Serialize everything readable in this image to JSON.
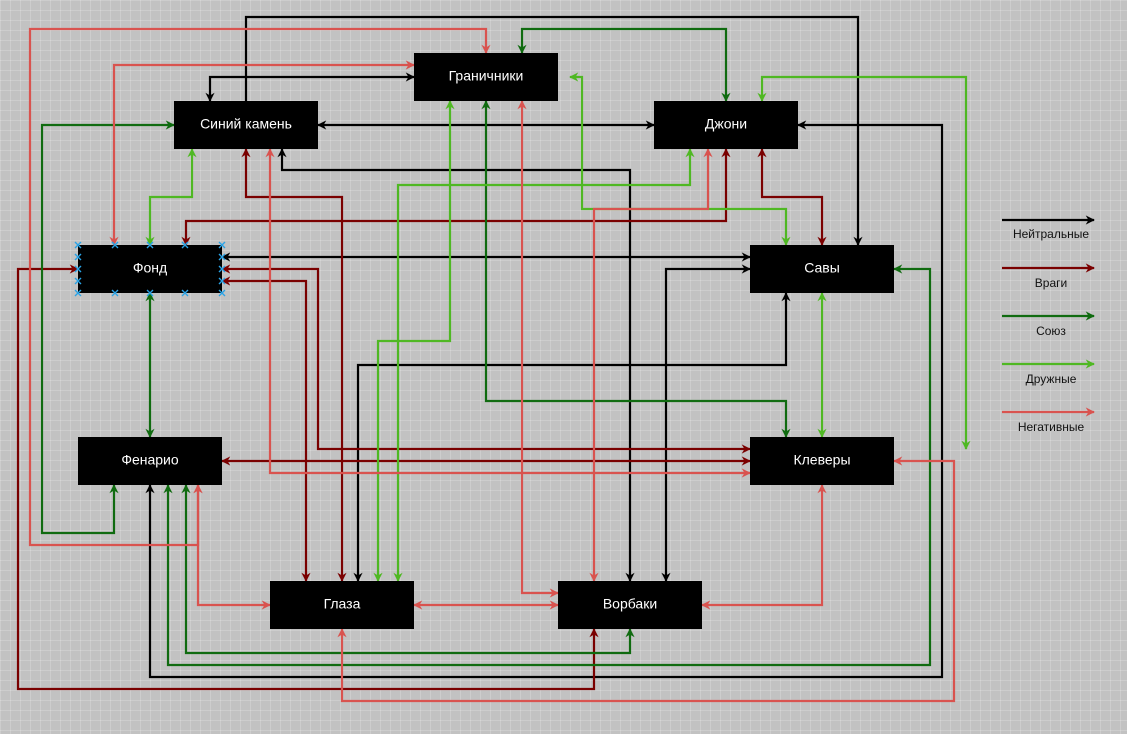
{
  "colors": {
    "neutral": "#000000",
    "enemies": "#7a0000",
    "alliance": "#106b10",
    "friendly": "#4fb823",
    "negative": "#d9534f",
    "node_fill": "#000000",
    "node_text": "#ffffff",
    "selection_handle": "#29a3e6"
  },
  "nodes": {
    "granichniki": "Граничники",
    "siniy_kamen": "Синий камень",
    "dzhoni": "Джони",
    "fond": "Фонд",
    "savy": "Савы",
    "fenario": "Фенарио",
    "klevery": "Клеверы",
    "glaza": "Глаза",
    "vorbaki": "Ворбаки"
  },
  "legend": [
    {
      "kind": "neutral",
      "label": "Нейтральные"
    },
    {
      "kind": "enemies",
      "label": "Враги"
    },
    {
      "kind": "alliance",
      "label": "Союз"
    },
    {
      "kind": "friendly",
      "label": "Дружные"
    },
    {
      "kind": "negative",
      "label": "Негативные"
    }
  ],
  "relations": [
    {
      "kind": "neutral",
      "nodes": [
        "siniy_kamen",
        "dzhoni"
      ],
      "arrows": "both"
    },
    {
      "kind": "neutral",
      "nodes": [
        "siniy_kamen",
        "granichniki"
      ],
      "arrows": "both"
    },
    {
      "kind": "neutral",
      "nodes": [
        "siniy_kamen",
        "savy"
      ],
      "arrows": "end"
    },
    {
      "kind": "neutral",
      "nodes": [
        "siniy_kamen",
        "vorbaki"
      ],
      "arrows": "both"
    },
    {
      "kind": "neutral",
      "nodes": [
        "fond",
        "savy"
      ],
      "arrows": "both"
    },
    {
      "kind": "neutral",
      "nodes": [
        "fenario",
        "dzhoni"
      ],
      "arrows": "both"
    },
    {
      "kind": "neutral",
      "nodes": [
        "glaza",
        "savy"
      ],
      "arrows": "both"
    },
    {
      "kind": "neutral",
      "nodes": [
        "vorbaki",
        "savy"
      ],
      "arrows": "both"
    },
    {
      "kind": "enemies",
      "nodes": [
        "siniy_kamen",
        "glaza"
      ],
      "arrows": "both"
    },
    {
      "kind": "enemies",
      "nodes": [
        "fond",
        "dzhoni"
      ],
      "arrows": "both"
    },
    {
      "kind": "enemies",
      "nodes": [
        "dzhoni",
        "savy"
      ],
      "arrows": "both"
    },
    {
      "kind": "enemies",
      "nodes": [
        "fenario",
        "klevery"
      ],
      "arrows": "both"
    },
    {
      "kind": "enemies",
      "nodes": [
        "fond",
        "klevery"
      ],
      "arrows": "both"
    },
    {
      "kind": "enemies",
      "nodes": [
        "fond",
        "glaza"
      ],
      "arrows": "both"
    },
    {
      "kind": "enemies",
      "nodes": [
        "fond",
        "vorbaki"
      ],
      "arrows": "both"
    },
    {
      "kind": "alliance",
      "nodes": [
        "fond",
        "fenario"
      ],
      "arrows": "both"
    },
    {
      "kind": "alliance",
      "nodes": [
        "siniy_kamen",
        "fenario"
      ],
      "arrows": "both"
    },
    {
      "kind": "alliance",
      "nodes": [
        "granichniki",
        "dzhoni"
      ],
      "arrows": "both"
    },
    {
      "kind": "alliance",
      "nodes": [
        "granichniki",
        "klevery"
      ],
      "arrows": "both"
    },
    {
      "kind": "alliance",
      "nodes": [
        "fenario",
        "vorbaki"
      ],
      "arrows": "both"
    },
    {
      "kind": "alliance",
      "nodes": [
        "fenario",
        "savy"
      ],
      "arrows": "both"
    },
    {
      "kind": "friendly",
      "nodes": [
        "fond",
        "siniy_kamen"
      ],
      "arrows": "both"
    },
    {
      "kind": "friendly",
      "nodes": [
        "granichniki",
        "savy"
      ],
      "arrows": "both"
    },
    {
      "kind": "friendly",
      "nodes": [
        "glaza",
        "granichniki"
      ],
      "arrows": "both"
    },
    {
      "kind": "friendly",
      "nodes": [
        "glaza",
        "dzhoni"
      ],
      "arrows": "both"
    },
    {
      "kind": "friendly",
      "nodes": [
        "savy",
        "klevery"
      ],
      "arrows": "both"
    },
    {
      "kind": "friendly",
      "nodes": [
        "dzhoni",
        "klevery"
      ],
      "arrows": "both"
    },
    {
      "kind": "negative",
      "nodes": [
        "fond",
        "granichniki"
      ],
      "arrows": "both"
    },
    {
      "kind": "negative",
      "nodes": [
        "fenario",
        "granichniki"
      ],
      "arrows": "both"
    },
    {
      "kind": "negative",
      "nodes": [
        "siniy_kamen",
        "klevery"
      ],
      "arrows": "both"
    },
    {
      "kind": "negative",
      "nodes": [
        "fenario",
        "glaza"
      ],
      "arrows": "both"
    },
    {
      "kind": "negative",
      "nodes": [
        "glaza",
        "vorbaki"
      ],
      "arrows": "both"
    },
    {
      "kind": "negative",
      "nodes": [
        "vorbaki",
        "klevery"
      ],
      "arrows": "both"
    },
    {
      "kind": "negative",
      "nodes": [
        "granichniki",
        "vorbaki"
      ],
      "arrows": "both"
    },
    {
      "kind": "negative",
      "nodes": [
        "vorbaki",
        "dzhoni"
      ],
      "arrows": "both"
    },
    {
      "kind": "negative",
      "nodes": [
        "glaza",
        "klevery"
      ],
      "arrows": "both"
    }
  ]
}
